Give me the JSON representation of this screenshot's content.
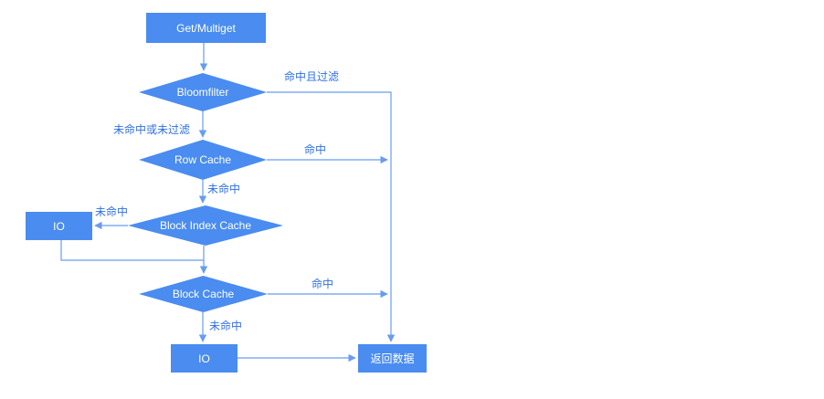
{
  "colors": {
    "node_fill": "#4a8cf0",
    "node_text": "#ffffff",
    "connector": "#689cf0",
    "edge_label_text": "#2e6fe8",
    "background": "#ffffff"
  },
  "nodes": {
    "get_multiget": {
      "label": "Get/Multiget",
      "shape": "rect"
    },
    "bloomfilter": {
      "label": "Bloomfilter",
      "shape": "diamond"
    },
    "row_cache": {
      "label": "Row Cache",
      "shape": "diamond"
    },
    "block_index_cache": {
      "label": "Block Index Cache",
      "shape": "diamond"
    },
    "io_left": {
      "label": "IO",
      "shape": "rect"
    },
    "block_cache": {
      "label": "Block Cache",
      "shape": "diamond"
    },
    "io_bottom": {
      "label": "IO",
      "shape": "rect"
    },
    "return_data": {
      "label": "返回数据",
      "shape": "rect"
    }
  },
  "edge_labels": {
    "bloomfilter_hit_and_filtered": "命中且过滤",
    "bloomfilter_miss_or_unfiltered": "未命中或未过滤",
    "row_cache_hit": "命中",
    "row_cache_miss": "未命中",
    "block_index_cache_miss": "未命中",
    "block_cache_hit": "命中",
    "block_cache_miss": "未命中"
  },
  "edges": [
    {
      "from": "get_multiget",
      "to": "bloomfilter",
      "label": ""
    },
    {
      "from": "bloomfilter",
      "to": "return_data",
      "label": "命中且过滤"
    },
    {
      "from": "bloomfilter",
      "to": "row_cache",
      "label": "未命中或未过滤"
    },
    {
      "from": "row_cache",
      "to": "return_data",
      "label": "命中"
    },
    {
      "from": "row_cache",
      "to": "block_index_cache",
      "label": "未命中"
    },
    {
      "from": "block_index_cache",
      "to": "io_left",
      "label": "未命中"
    },
    {
      "from": "io_left",
      "to": "block_cache",
      "label": ""
    },
    {
      "from": "block_index_cache",
      "to": "block_cache",
      "label": ""
    },
    {
      "from": "block_cache",
      "to": "return_data",
      "label": "命中"
    },
    {
      "from": "block_cache",
      "to": "io_bottom",
      "label": "未命中"
    },
    {
      "from": "io_bottom",
      "to": "return_data",
      "label": ""
    }
  ]
}
